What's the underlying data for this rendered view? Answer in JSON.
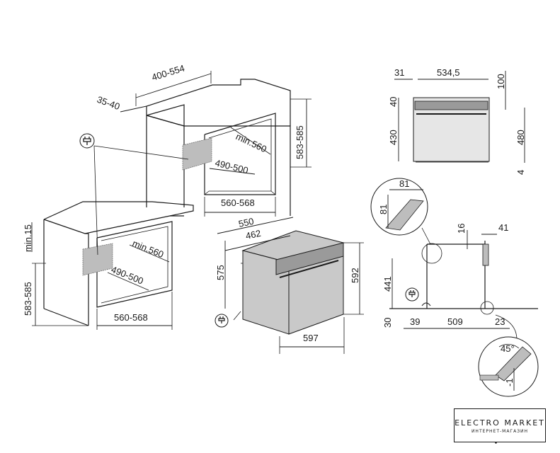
{
  "dimensions": {
    "top_depth": "400-554",
    "top_offset": "35-40",
    "col_height": "583-585",
    "col_min_depth": "min.560",
    "col_inner_depth": "490-500",
    "col_width": "560-568",
    "under_min": "min.15",
    "under_height": "583-585",
    "under_min_depth": "min.560",
    "under_inner_depth": "490-500",
    "under_width": "560-568",
    "oven_depth_total": "550",
    "oven_depth_body": "462",
    "oven_height_body": "575",
    "oven_height_front": "592",
    "oven_width": "597",
    "side_front": "31",
    "side_depth": "534,5",
    "side_top": "100",
    "side_panel": "40",
    "side_body": "430",
    "side_height": "480",
    "side_bottom": "4",
    "detail_w": "81",
    "detail_h": "81",
    "sec_top": "16",
    "sec_right": "41",
    "sec_height": "441",
    "sec_bottom": "30",
    "sec_left": "39",
    "sec_mid": "509",
    "sec_r": "23",
    "angle": "45°",
    "offset": "-1"
  },
  "icons": [
    "plug-icon"
  ],
  "logo": {
    "name": "ELECTRO MARKET",
    "tagline": "ИНТЕРНЕТ-МАГАЗИН"
  }
}
